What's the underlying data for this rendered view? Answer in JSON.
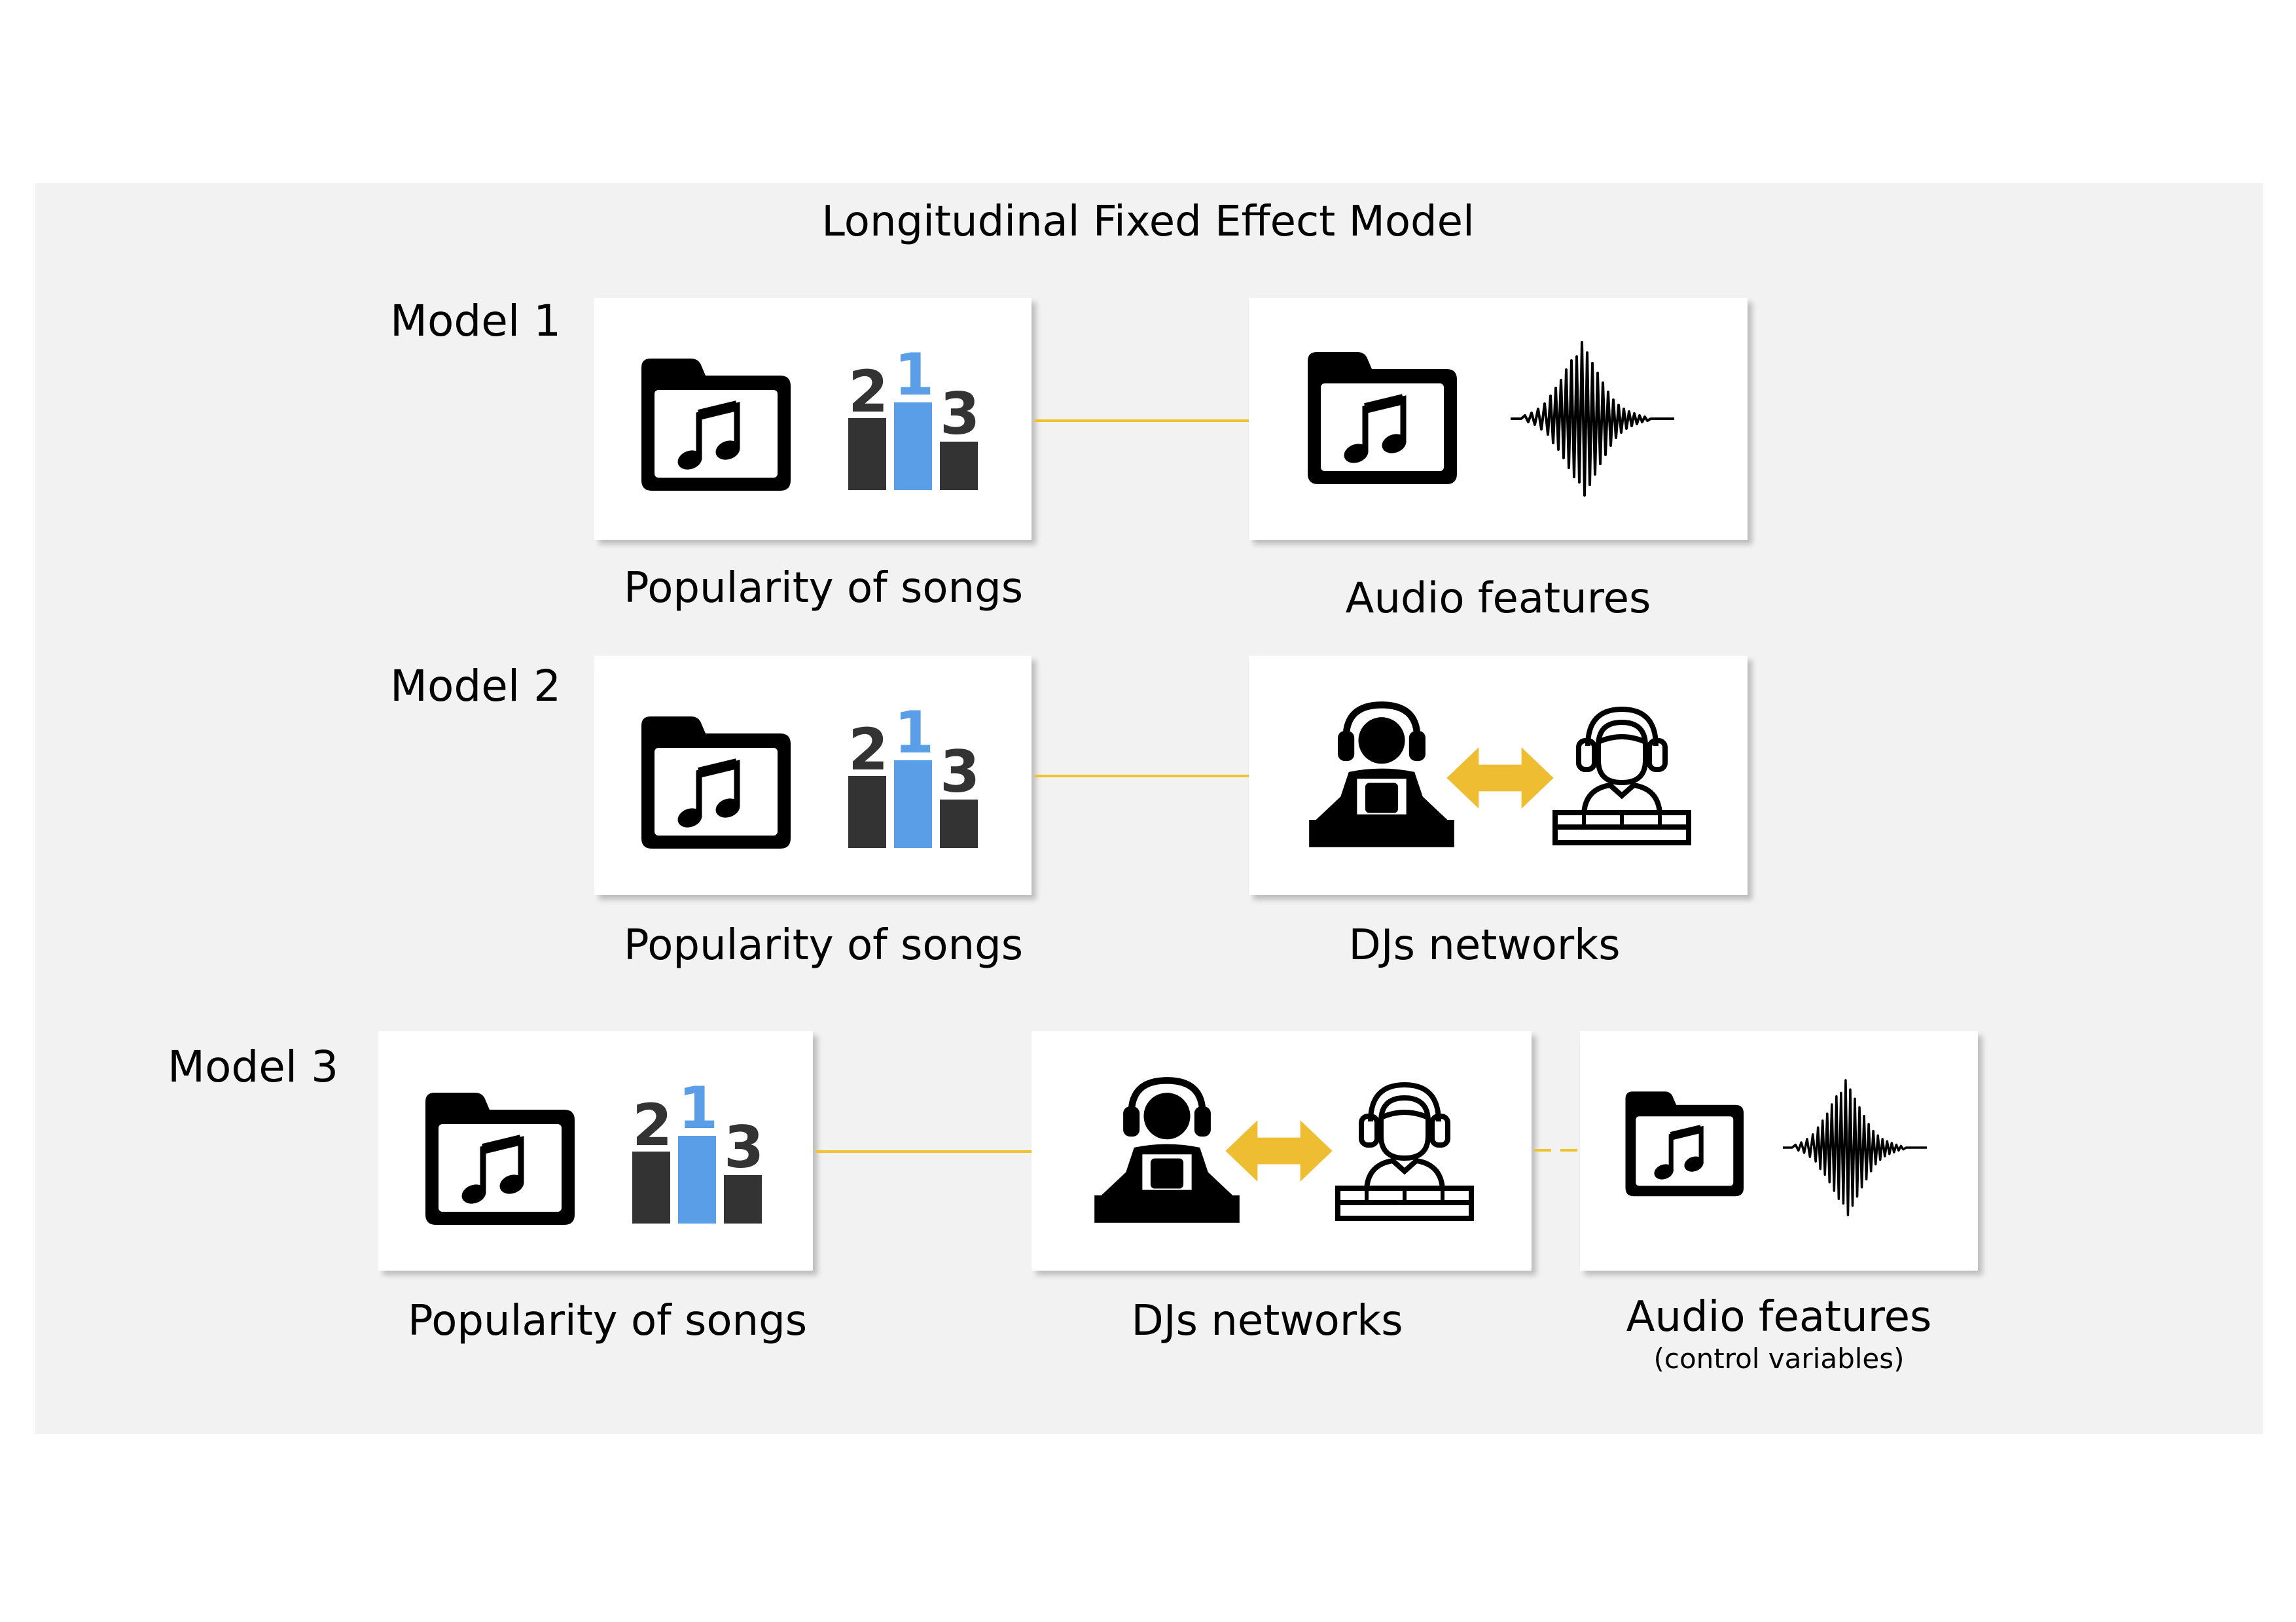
{
  "title": "Longitudinal Fixed Effect Model",
  "colors": {
    "panel_background": "#f2f2f2",
    "connector": "#f2c12e",
    "rank_first": "#5b9ee8",
    "rank_other": "#333333",
    "exchange_arrow": "#eebd32"
  },
  "models": [
    {
      "label": "Model 1",
      "boxes": [
        {
          "caption": "Popularity of songs",
          "icons": [
            "music-folder-icon",
            "ranking-podium-icon"
          ]
        },
        {
          "caption": "Audio features",
          "icons": [
            "music-folder-icon",
            "sound-wave-icon"
          ]
        }
      ],
      "connectors": [
        "solid"
      ]
    },
    {
      "label": "Model 2",
      "boxes": [
        {
          "caption": "Popularity of songs",
          "icons": [
            "music-folder-icon",
            "ranking-podium-icon"
          ]
        },
        {
          "caption": "DJs networks",
          "icons": [
            "dj-icon",
            "exchange-arrow-icon",
            "dj-outline-icon"
          ]
        }
      ],
      "connectors": [
        "solid"
      ]
    },
    {
      "label": "Model 3",
      "boxes": [
        {
          "caption": "Popularity of songs",
          "icons": [
            "music-folder-icon",
            "ranking-podium-icon"
          ]
        },
        {
          "caption": "DJs networks",
          "icons": [
            "dj-icon",
            "exchange-arrow-icon",
            "dj-outline-icon"
          ]
        },
        {
          "caption": "Audio features",
          "subcaption": "(control variables)",
          "icons": [
            "music-folder-icon",
            "sound-wave-icon"
          ]
        }
      ],
      "connectors": [
        "solid",
        "dashed"
      ]
    }
  ],
  "podium_digits": [
    "2",
    "1",
    "3"
  ]
}
